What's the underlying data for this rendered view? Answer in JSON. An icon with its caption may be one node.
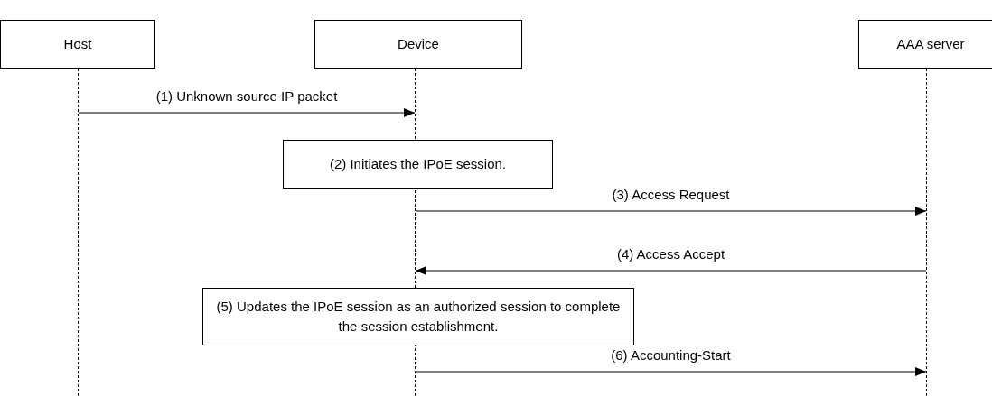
{
  "diagram": {
    "nodes": [
      {
        "text": [
          "Host"
        ]
      },
      {
        "text": [
          "Device"
        ]
      },
      {
        "text": [
          "AAA server"
        ]
      },
      {
        "text": [],
        "shape": "line"
      },
      {
        "text": [],
        "shape": "line"
      },
      {
        "text": [],
        "shape": "line"
      },
      {
        "text": [
          "(2) Initiates the IPoE session."
        ]
      },
      {
        "text": [
          "(5) Updates the IPoE session as an authorized session to complete the session establishment."
        ]
      }
    ],
    "edges": [
      {
        "from": 3,
        "to": 4,
        "arrow": "to",
        "label": "(1) Unknown source IP packet"
      },
      {
        "from": 4,
        "to": 5,
        "arrow": "to",
        "label": "(3) Access Request"
      },
      {
        "from": 5,
        "to": 4,
        "arrow": "to",
        "label": "(4) Access Accept"
      },
      {
        "from": 4,
        "to": 5,
        "arrow": "to",
        "label": "(6) Accounting-Start"
      }
    ]
  }
}
